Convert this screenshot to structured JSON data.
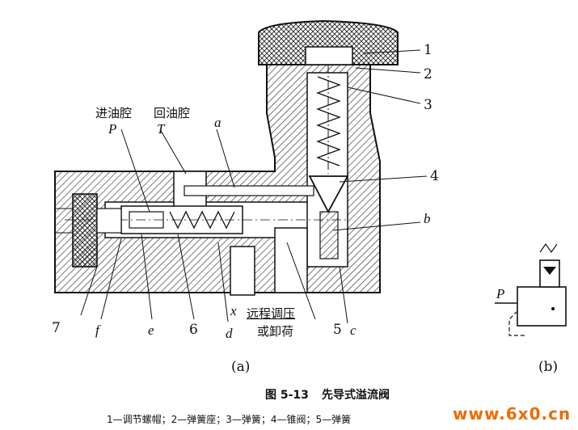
{
  "labels": {
    "inlet_chamber": "进油腔",
    "return_chamber": "回油腔",
    "remote": "远程调压",
    "unload": "或卸荷"
  },
  "part_numbers": [
    "1",
    "2",
    "3",
    "4",
    "5",
    "6",
    "7"
  ],
  "letters": {
    "a": "a",
    "b": "b",
    "c": "c",
    "d": "d",
    "e": "e",
    "f": "f",
    "x": "x",
    "P": "P",
    "T": "T",
    "P2": "P"
  },
  "subfig": {
    "a": "(a)",
    "b": "(b)"
  },
  "caption": {
    "number": "图 5-13",
    "title": "先导式溢流阀"
  },
  "legend_text": "1—调节螺帽；2—弹簧座；3—弹簧；4—锥阀；5—弹簧",
  "watermark": "www.6x0.cn",
  "colors": {
    "ink": "#111111",
    "watermark": "#f06a00"
  }
}
